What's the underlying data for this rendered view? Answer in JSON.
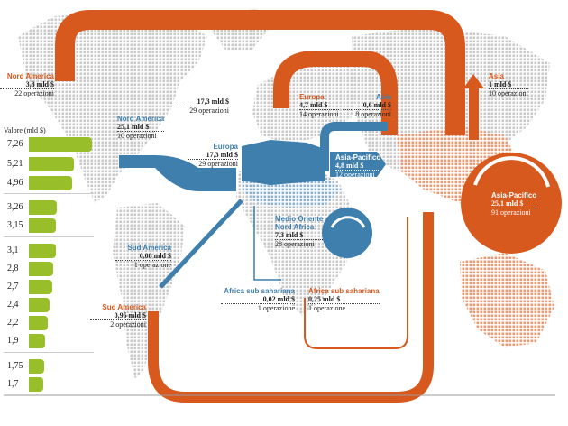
{
  "legend": {
    "title": "Valore (mld $)",
    "rows": [
      {
        "label": "7,26",
        "value": 7.26
      },
      {
        "label": "5,21",
        "value": 5.21
      },
      {
        "label": "4,96",
        "value": 4.96
      },
      {
        "label": "3,26",
        "value": 3.26
      },
      {
        "label": "3,15",
        "value": 3.15
      },
      {
        "label": "3,1",
        "value": 3.1
      },
      {
        "label": "2,8",
        "value": 2.8
      },
      {
        "label": "2,7",
        "value": 2.7
      },
      {
        "label": "2,4",
        "value": 2.4
      },
      {
        "label": "2,2",
        "value": 2.2
      },
      {
        "label": "1,9",
        "value": 1.9
      },
      {
        "label": "1,75",
        "value": 1.75
      },
      {
        "label": "1,7",
        "value": 1.7
      }
    ]
  },
  "labels": {
    "nord_america_orange": {
      "title": "Nord America",
      "value": "3,8 mld $",
      "ops": "22 operazioni"
    },
    "center_top": {
      "value": "17,3 mld $",
      "ops": "29 operazioni"
    },
    "nord_america_blue": {
      "title": "Nord America",
      "value": "25,1 mld $",
      "ops": "10 operazioni"
    },
    "europa_blue": {
      "title": "Europa",
      "value": "17,3 mld $",
      "ops": "29 operazioni"
    },
    "europa_orange": {
      "title": "Europa",
      "value": "4,7 mld $",
      "ops": "14 operazioni"
    },
    "asia_blue": {
      "title": "Asia",
      "value": "0,6 mld $",
      "ops": "8 operazioni"
    },
    "asia_orange": {
      "title": "Asia",
      "value": "1 mld $",
      "ops": "10 operazioni"
    },
    "asia_pacifico_blue": {
      "title": "Asia-Pacifico",
      "value": "4,8 mld $",
      "ops": "12 operazioni"
    },
    "asia_pacifico_orange": {
      "title": "Asia-Pacifico",
      "value": "25,1 mld $",
      "ops": "91 operazioni"
    },
    "medio_oriente": {
      "title": "Medio Oriente",
      "title2": "Nord Africa",
      "value": "7,3 mld $",
      "ops": "28 operazioni"
    },
    "sud_america_blue": {
      "title": "Sud America",
      "value": "0,08 mld $",
      "ops": "1 operazione"
    },
    "sud_america_orange": {
      "title": "Sud America",
      "value": "0,95 mld $",
      "ops": "2 operazioni"
    },
    "africa_blue": {
      "title": "Africa sub sahariana",
      "value": "0,02 mld $",
      "ops": "1 operazione"
    },
    "africa_orange": {
      "title": "Africa sub sahariana",
      "value": "0,25 mld $",
      "ops": "1 operazione"
    }
  },
  "colors": {
    "orange": "#d8591e",
    "blue": "#3e7fae",
    "green": "#98bf2a",
    "map": "#c9c9c9"
  }
}
